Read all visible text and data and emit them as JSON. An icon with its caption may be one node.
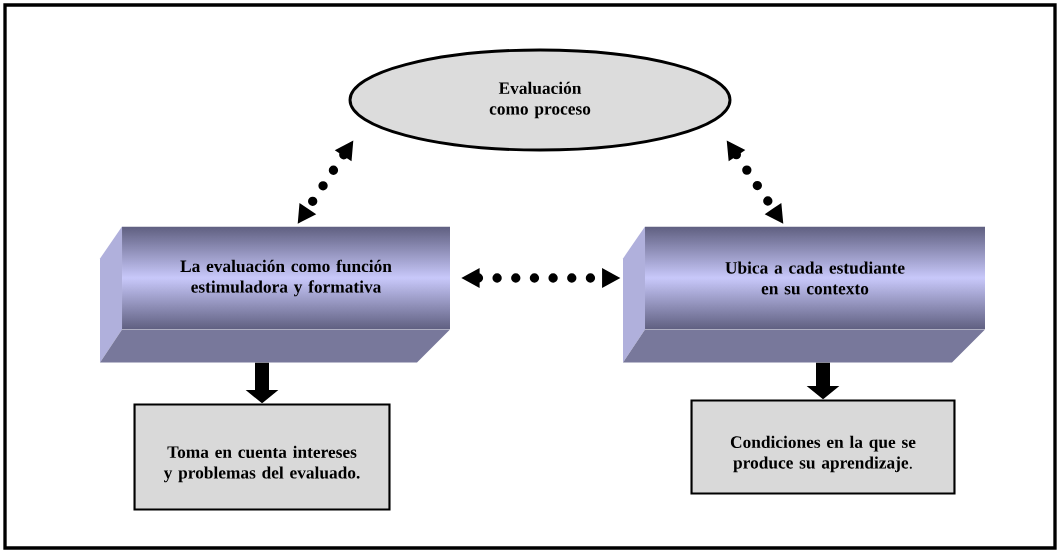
{
  "diagram": {
    "nodes": [
      {
        "text": [
          "Evaluación como proceso"
        ]
      },
      {
        "text": [
          "La evaluación como función estimuladora y formativa"
        ]
      },
      {
        "text": [
          "Ubica a cada estudiante en su contexto"
        ]
      },
      {
        "text": [
          "Toma en cuenta intereses y problemas del evaluado."
        ]
      },
      {
        "text": [
          "**Condiciones en la que se produce su aprendizaje**."
        ]
      }
    ],
    "edges": [
      {
        "from": 0,
        "to": 1,
        "arrow": "both",
        "style": "dashed"
      },
      {
        "from": 0,
        "to": 2,
        "arrow": "both",
        "style": "dashed"
      },
      {
        "from": 1,
        "to": 2,
        "arrow": "both",
        "style": "dashed"
      },
      {
        "from": 1,
        "to": 3,
        "arrow": "to"
      },
      {
        "from": 2,
        "to": 4,
        "arrow": "to"
      }
    ]
  }
}
